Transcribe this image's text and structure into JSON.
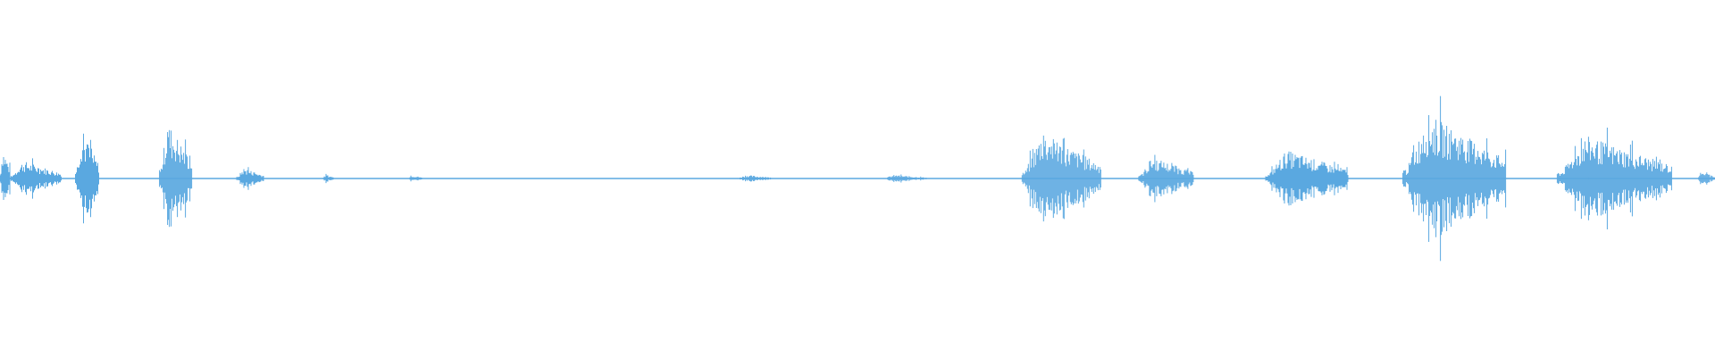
{
  "waveform": {
    "color": "#5aa8e0",
    "icon": "audio-waveform",
    "segments": [
      {
        "start": 0.0,
        "end": 0.006,
        "amp": 0.09
      },
      {
        "start": 0.006,
        "end": 0.036,
        "amp": 0.05
      },
      {
        "start": 0.044,
        "end": 0.058,
        "amp": 0.13
      },
      {
        "start": 0.093,
        "end": 0.112,
        "amp": 0.16
      },
      {
        "start": 0.138,
        "end": 0.154,
        "amp": 0.03
      },
      {
        "start": 0.188,
        "end": 0.195,
        "amp": 0.01
      },
      {
        "start": 0.238,
        "end": 0.246,
        "amp": 0.01
      },
      {
        "start": 0.43,
        "end": 0.45,
        "amp": 0.01
      },
      {
        "start": 0.515,
        "end": 0.54,
        "amp": 0.01
      },
      {
        "start": 0.596,
        "end": 0.642,
        "amp": 0.13
      },
      {
        "start": 0.664,
        "end": 0.696,
        "amp": 0.06
      },
      {
        "start": 0.738,
        "end": 0.786,
        "amp": 0.08
      },
      {
        "start": 0.818,
        "end": 0.878,
        "amp": 0.18
      },
      {
        "start": 0.908,
        "end": 0.975,
        "amp": 0.12
      },
      {
        "start": 0.99,
        "end": 1.0,
        "amp": 0.02
      }
    ]
  }
}
